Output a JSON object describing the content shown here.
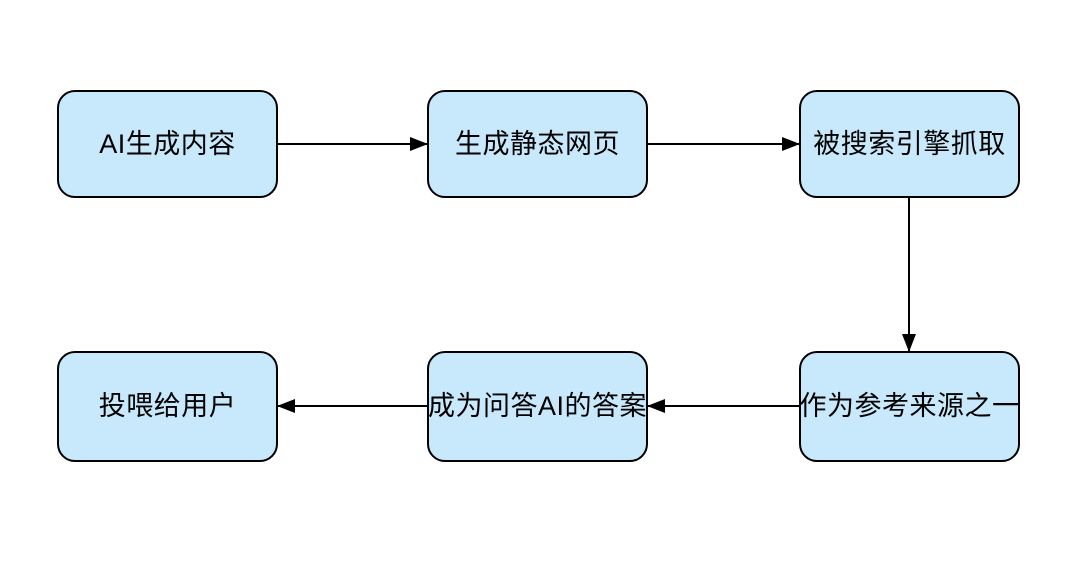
{
  "diagram": {
    "type": "flowchart",
    "background_color": "#ffffff",
    "node_fill_color": "#c7e9fb",
    "node_border_color": "#000000",
    "arrow_color": "#000000",
    "text_color": "#000000",
    "nodes": [
      {
        "id": "ai-generated-content",
        "label": "AI生成内容"
      },
      {
        "id": "generate-static-webpage",
        "label": "生成静态网页"
      },
      {
        "id": "crawled-by-search-engine",
        "label": "被搜索引擎抓取"
      },
      {
        "id": "as-reference-source",
        "label": "作为参考来源之一"
      },
      {
        "id": "becomes-qa-ai-answer",
        "label": "成为问答AI的答案"
      },
      {
        "id": "fed-to-users",
        "label": "投喂给用户"
      }
    ],
    "edges": [
      {
        "from": "ai-generated-content",
        "to": "generate-static-webpage",
        "direction": "right"
      },
      {
        "from": "generate-static-webpage",
        "to": "crawled-by-search-engine",
        "direction": "right"
      },
      {
        "from": "crawled-by-search-engine",
        "to": "as-reference-source",
        "direction": "down"
      },
      {
        "from": "as-reference-source",
        "to": "becomes-qa-ai-answer",
        "direction": "left"
      },
      {
        "from": "becomes-qa-ai-answer",
        "to": "fed-to-users",
        "direction": "left"
      }
    ]
  }
}
